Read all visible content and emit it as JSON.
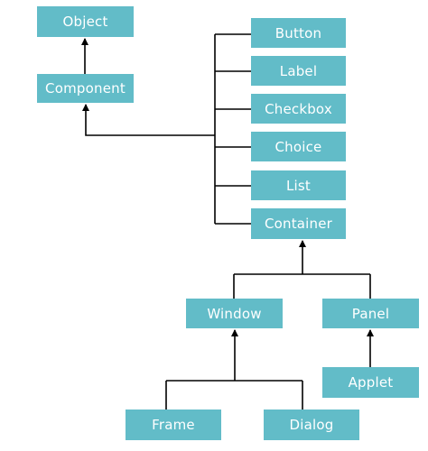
{
  "colors": {
    "node_fill": "#62bcc8",
    "node_text": "#ffffff",
    "line": "#000000",
    "background": "#ffffff"
  },
  "nodes": {
    "object": "Object",
    "component": "Component",
    "button": "Button",
    "label": "Label",
    "checkbox": "Checkbox",
    "choice": "Choice",
    "list": "List",
    "container": "Container",
    "window": "Window",
    "panel": "Panel",
    "applet": "Applet",
    "frame": "Frame",
    "dialog": "Dialog"
  },
  "edges": [
    {
      "from": "component",
      "to": "object"
    },
    {
      "from": "button",
      "to": "component"
    },
    {
      "from": "label",
      "to": "component"
    },
    {
      "from": "checkbox",
      "to": "component"
    },
    {
      "from": "choice",
      "to": "component"
    },
    {
      "from": "list",
      "to": "component"
    },
    {
      "from": "container",
      "to": "component"
    },
    {
      "from": "window",
      "to": "container"
    },
    {
      "from": "panel",
      "to": "container"
    },
    {
      "from": "applet",
      "to": "panel"
    },
    {
      "from": "frame",
      "to": "window"
    },
    {
      "from": "dialog",
      "to": "window"
    }
  ]
}
